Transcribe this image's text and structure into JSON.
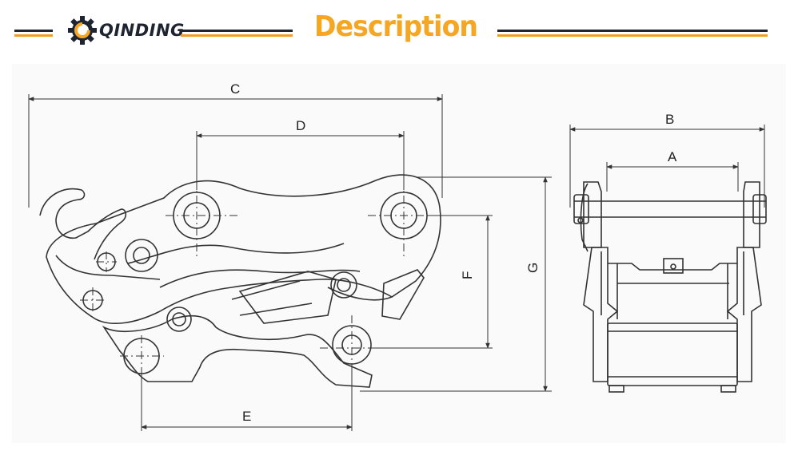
{
  "header": {
    "brand": "QINDING",
    "logo_icon": "gear-logo-icon",
    "title": "Description",
    "colors": {
      "accent": "#f5a623",
      "dark": "#1e2530",
      "line": "#333333"
    }
  },
  "dimensions": {
    "A": "A",
    "B": "B",
    "C": "C",
    "D": "D",
    "E": "E",
    "F": "F",
    "G": "G"
  }
}
